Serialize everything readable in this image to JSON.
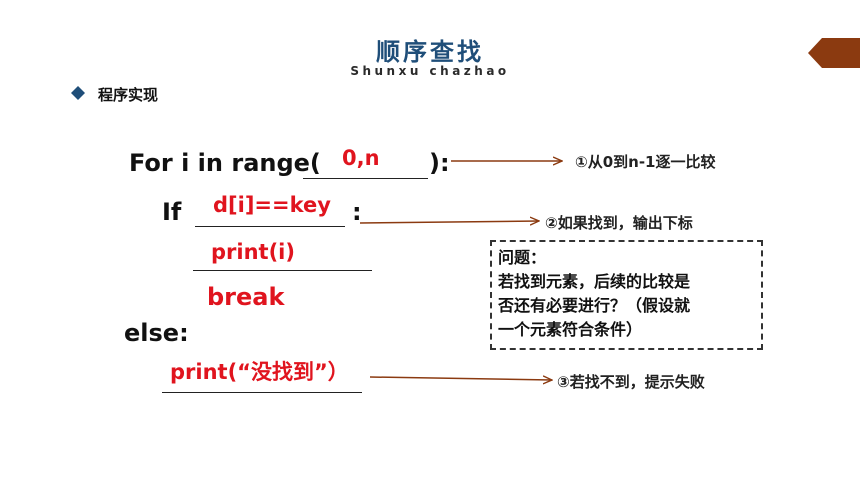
{
  "header": {
    "title": "顺序查找",
    "subtitle": "Shunxu chazhao"
  },
  "section": {
    "label": "程序实现"
  },
  "code": {
    "line_for": "For i in range(",
    "line_for_end": "):",
    "line_if": "If",
    "line_if_end": ":",
    "line_else": "else:"
  },
  "answers": {
    "range_args": "0,n",
    "condition": "d[i]==key",
    "print_stmt": "print(i)",
    "break_stmt": "break",
    "not_found_stmt": "print(“没找到”）"
  },
  "notes": {
    "note1": "①从0到n-1逐一比较",
    "note2": "②如果找到，输出下标",
    "note3": "③若找不到，提示失败"
  },
  "question": {
    "lines": [
      "问题：",
      "若找到元素，后续的比较是",
      "否还有必要进行？（假设就",
      "一个元素符合条件）"
    ]
  },
  "colors": {
    "title": "#1f4e79",
    "answer": "#e0141e",
    "arrow": "#8b3a10",
    "corner": "#8b3a10"
  }
}
